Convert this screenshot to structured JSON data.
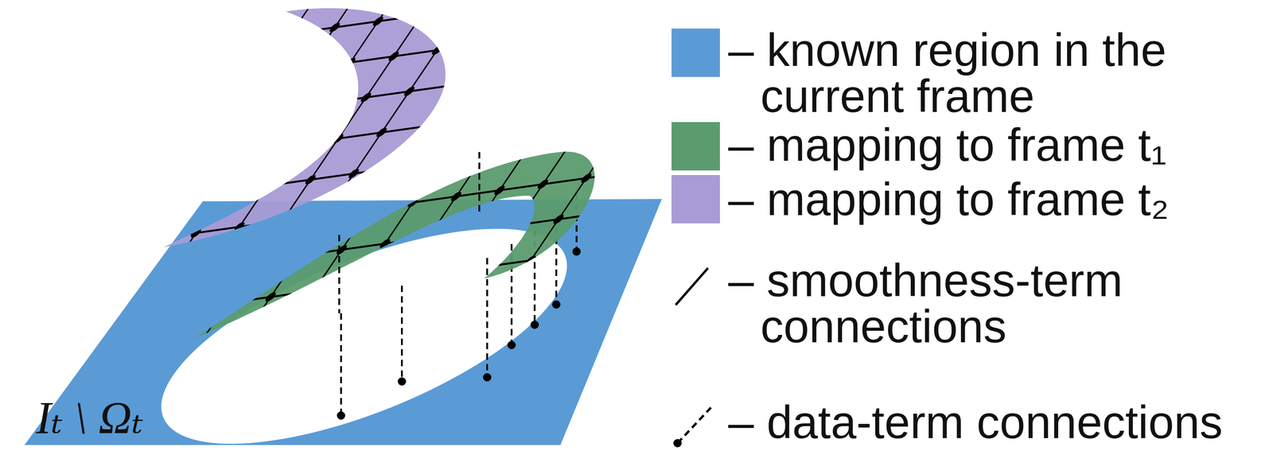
{
  "diagram": {
    "labels": [
      "Iₜ \\ Ωₜ"
    ],
    "legend": [
      {
        "text": "– known region in the current frame",
        "color": "#5a9bd6"
      },
      {
        "text": "– mapping to frame t₁",
        "color": "#5b9b6e"
      },
      {
        "text": "– mapping to frame t₂",
        "color": "#a99bd5"
      },
      {
        "text": "– smoothness-term connections"
      },
      {
        "text": "– data-term connections"
      }
    ]
  }
}
